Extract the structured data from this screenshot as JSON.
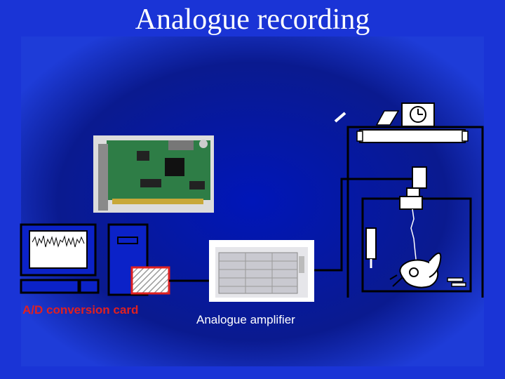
{
  "slide": {
    "title": "Analogue recording",
    "labels": {
      "ad_card": "A/D conversion card",
      "amplifier": "Analogue amplifier"
    }
  },
  "colors": {
    "background": "#0b22c8",
    "frame_dark": "#0a1a8a",
    "highlight_red": "#e02020",
    "line_black": "#000000"
  },
  "icons": [
    "computer-monitor-icon",
    "keyboard-icon",
    "computer-tower-icon",
    "pc-board-photo",
    "amplifier-photo",
    "stereotaxic-rig-icon",
    "clock-icon",
    "syringe-icon",
    "rat-icon"
  ]
}
